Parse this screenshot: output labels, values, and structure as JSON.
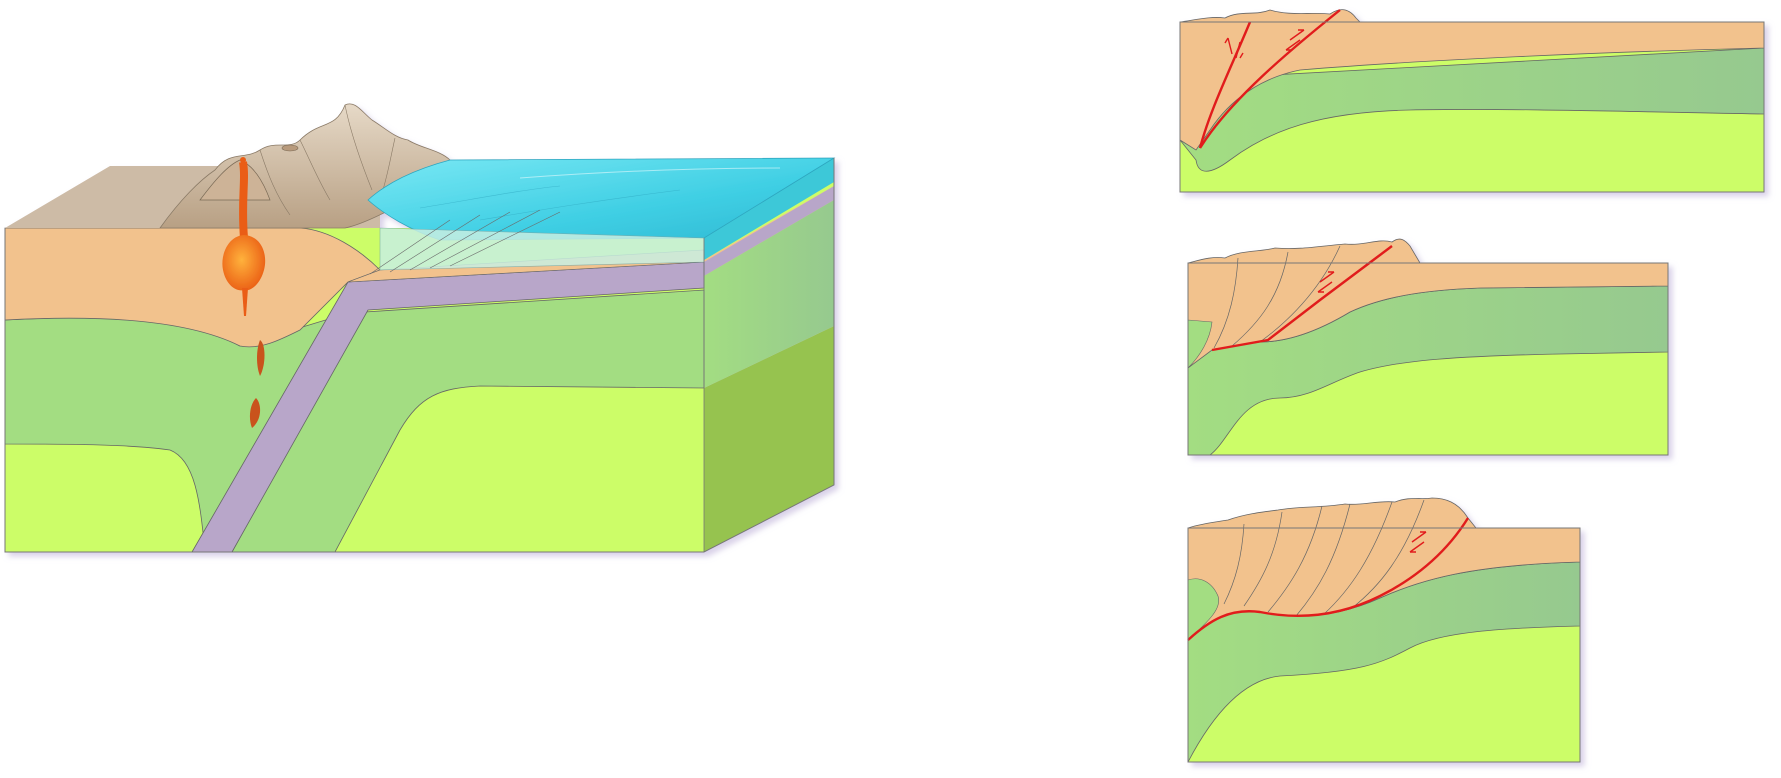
{
  "diagram": {
    "block_diagram": {
      "layers": [
        "crust",
        "lithospheric-mantle",
        "asthenosphere",
        "subducting-crust",
        "ocean",
        "volcano",
        "magma-chamber",
        "mountains"
      ]
    },
    "cross_sections": [
      {
        "stage": 1,
        "fault_count": 2
      },
      {
        "stage": 2,
        "fault_count": 1
      },
      {
        "stage": 3,
        "fault_count": 1
      }
    ],
    "colors": {
      "crust": "#f2c28d",
      "lithospheric_mantle": "#a3dd82",
      "asthenosphere": "#ccfd67",
      "oceanic_crust": "#b8a6c9",
      "ocean": "#52d6ea",
      "magma": "#f2741e",
      "fault": "#e11b1b",
      "mountain": "#c8b39a",
      "side_shadow": "#96c34f"
    }
  }
}
